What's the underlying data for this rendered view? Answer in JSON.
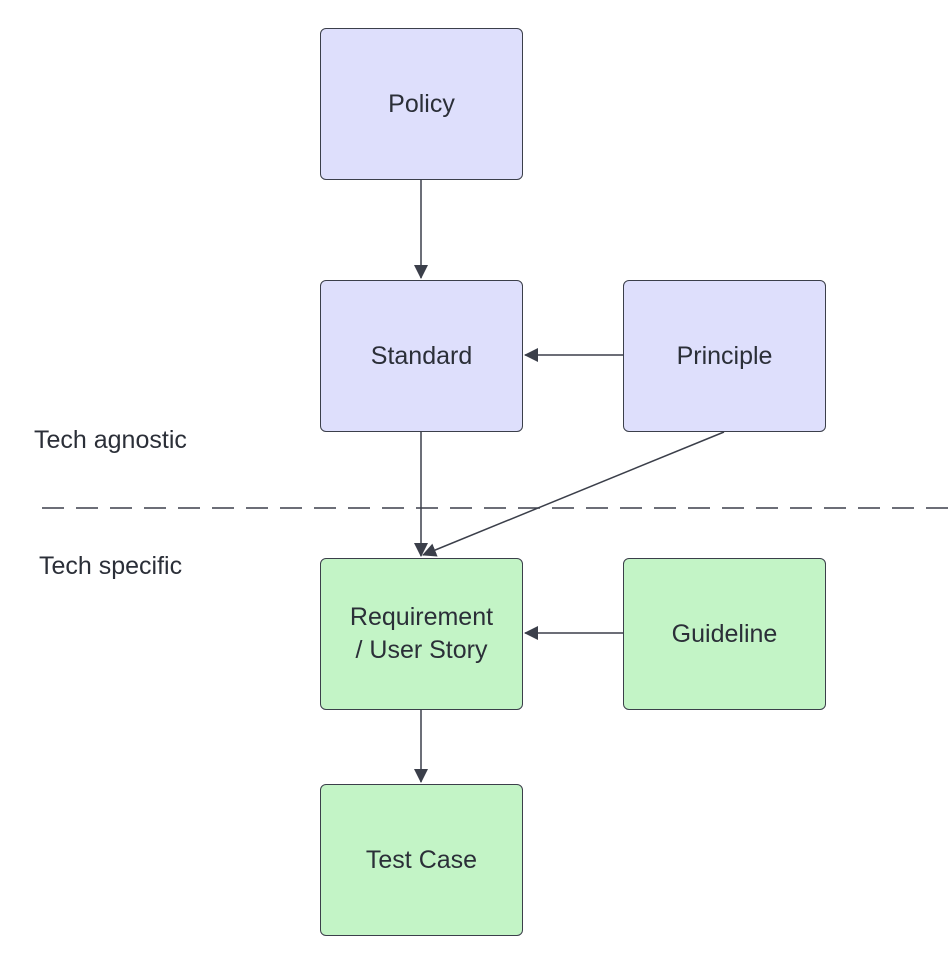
{
  "diagram": {
    "zones": {
      "upper_label": "Tech agnostic",
      "lower_label": "Tech specific"
    },
    "nodes": {
      "policy": {
        "label": "Policy",
        "category": "agnostic"
      },
      "standard": {
        "label": "Standard",
        "category": "agnostic"
      },
      "principle": {
        "label": "Principle",
        "category": "agnostic"
      },
      "requirement": {
        "label": "Requirement\n/ User Story",
        "category": "specific"
      },
      "guideline": {
        "label": "Guideline",
        "category": "specific"
      },
      "test_case": {
        "label": "Test Case",
        "category": "specific"
      }
    },
    "edges": [
      {
        "from": "Policy",
        "to": "Standard"
      },
      {
        "from": "Principle",
        "to": "Standard"
      },
      {
        "from": "Standard",
        "to": "Requirement / User Story"
      },
      {
        "from": "Principle",
        "to": "Requirement / User Story"
      },
      {
        "from": "Guideline",
        "to": "Requirement / User Story"
      },
      {
        "from": "Requirement / User Story",
        "to": "Test Case"
      }
    ],
    "colors": {
      "agnostic_fill": "#dedffc",
      "specific_fill": "#c3f4c6",
      "stroke": "#3b3f4a",
      "text": "#2b2f38"
    }
  }
}
